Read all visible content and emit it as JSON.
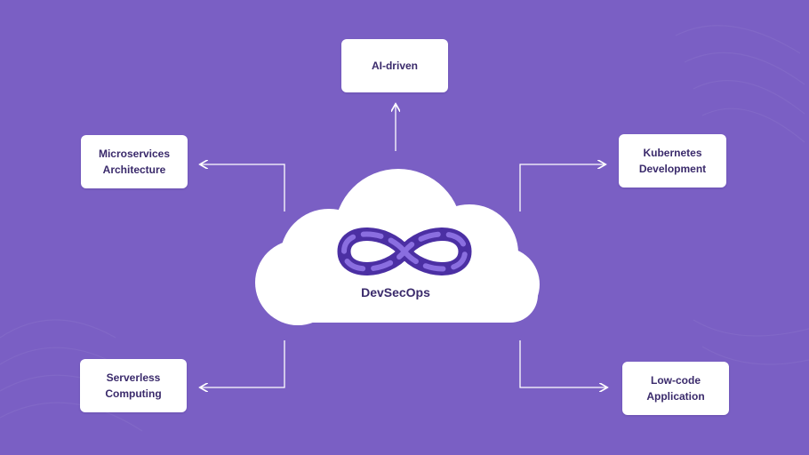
{
  "colors": {
    "background": "#7a5fc4",
    "card": "#ffffff",
    "text": "#3a2a6b",
    "connector": "#ffffff",
    "logo_dark": "#4b2fa3",
    "logo_light": "#8a6ee0"
  },
  "center": {
    "label": "DevSecOps",
    "icon": "infinity-loop-icon"
  },
  "nodes": {
    "ai_driven": "AI-driven",
    "microservices": "Microservices\nArchitecture",
    "kubernetes": "Kubernetes\nDevelopment",
    "serverless": "Serverless\nComputing",
    "low_code": "Low-code\nApplication"
  }
}
